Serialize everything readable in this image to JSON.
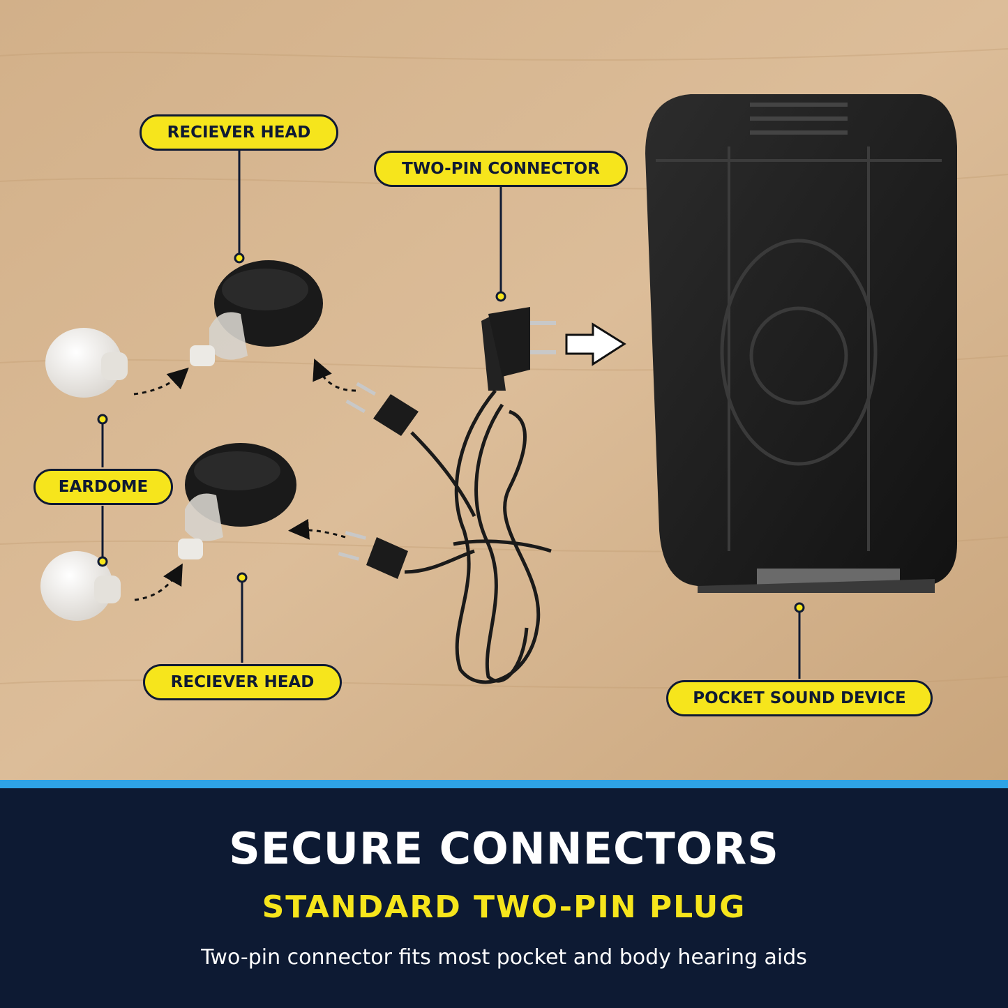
{
  "labels": {
    "receiver_head_top": "RECIEVER HEAD",
    "two_pin_connector": "TWO-PIN CONNECTOR",
    "eardome": "EARDOME",
    "receiver_head_bottom": "RECIEVER HEAD",
    "pocket_sound_device": "POCKET SOUND DEVICE"
  },
  "banner": {
    "title": "SECURE CONNECTORS",
    "subtitle": "STANDARD TWO-PIN PLUG",
    "description": "Two-pin connector fits most pocket and body hearing aids"
  },
  "colors": {
    "label_fill": "#f6e51c",
    "label_border": "#0f1a33",
    "banner_bg": "#0d1a33",
    "accent_line": "#2ea3e6",
    "subtitle": "#f6e51c"
  }
}
